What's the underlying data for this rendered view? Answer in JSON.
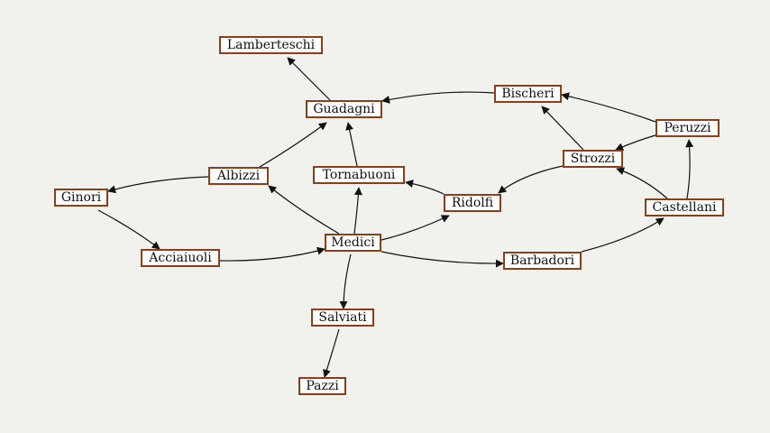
{
  "graph": {
    "colors": {
      "node_border": "#8b3f16",
      "node_fill": "#ffffff",
      "edge": "#111111",
      "background": "#f1f1ed"
    },
    "nodes": [
      {
        "id": "lamberteschi",
        "label": "Lamberteschi"
      },
      {
        "id": "guadagni",
        "label": "Guadagni"
      },
      {
        "id": "bischeri",
        "label": "Bischeri"
      },
      {
        "id": "peruzzi",
        "label": "Peruzzi"
      },
      {
        "id": "strozzi",
        "label": "Strozzi"
      },
      {
        "id": "albizzi",
        "label": "Albizzi"
      },
      {
        "id": "tornabuoni",
        "label": "Tornabuoni"
      },
      {
        "id": "ginori",
        "label": "Ginori"
      },
      {
        "id": "ridolfi",
        "label": "Ridolfi"
      },
      {
        "id": "castellani",
        "label": "Castellani"
      },
      {
        "id": "medici",
        "label": "Medici"
      },
      {
        "id": "acciaiuoli",
        "label": "Acciaiuoli"
      },
      {
        "id": "barbadori",
        "label": "Barbadori"
      },
      {
        "id": "salviati",
        "label": "Salviati"
      },
      {
        "id": "pazzi",
        "label": "Pazzi"
      }
    ],
    "edges": [
      {
        "from": "guadagni",
        "to": "lamberteschi"
      },
      {
        "from": "bischeri",
        "to": "guadagni"
      },
      {
        "from": "peruzzi",
        "to": "bischeri"
      },
      {
        "from": "peruzzi",
        "to": "strozzi"
      },
      {
        "from": "strozzi",
        "to": "bischeri"
      },
      {
        "from": "strozzi",
        "to": "ridolfi"
      },
      {
        "from": "castellani",
        "to": "peruzzi"
      },
      {
        "from": "castellani",
        "to": "strozzi"
      },
      {
        "from": "barbadori",
        "to": "castellani"
      },
      {
        "from": "albizzi",
        "to": "guadagni"
      },
      {
        "from": "albizzi",
        "to": "ginori"
      },
      {
        "from": "tornabuoni",
        "to": "guadagni"
      },
      {
        "from": "ridolfi",
        "to": "tornabuoni"
      },
      {
        "from": "ginori",
        "to": "acciaiuoli"
      },
      {
        "from": "acciaiuoli",
        "to": "medici"
      },
      {
        "from": "medici",
        "to": "albizzi"
      },
      {
        "from": "medici",
        "to": "tornabuoni"
      },
      {
        "from": "medici",
        "to": "ridolfi"
      },
      {
        "from": "medici",
        "to": "barbadori"
      },
      {
        "from": "medici",
        "to": "salviati"
      },
      {
        "from": "salviati",
        "to": "pazzi"
      }
    ]
  }
}
